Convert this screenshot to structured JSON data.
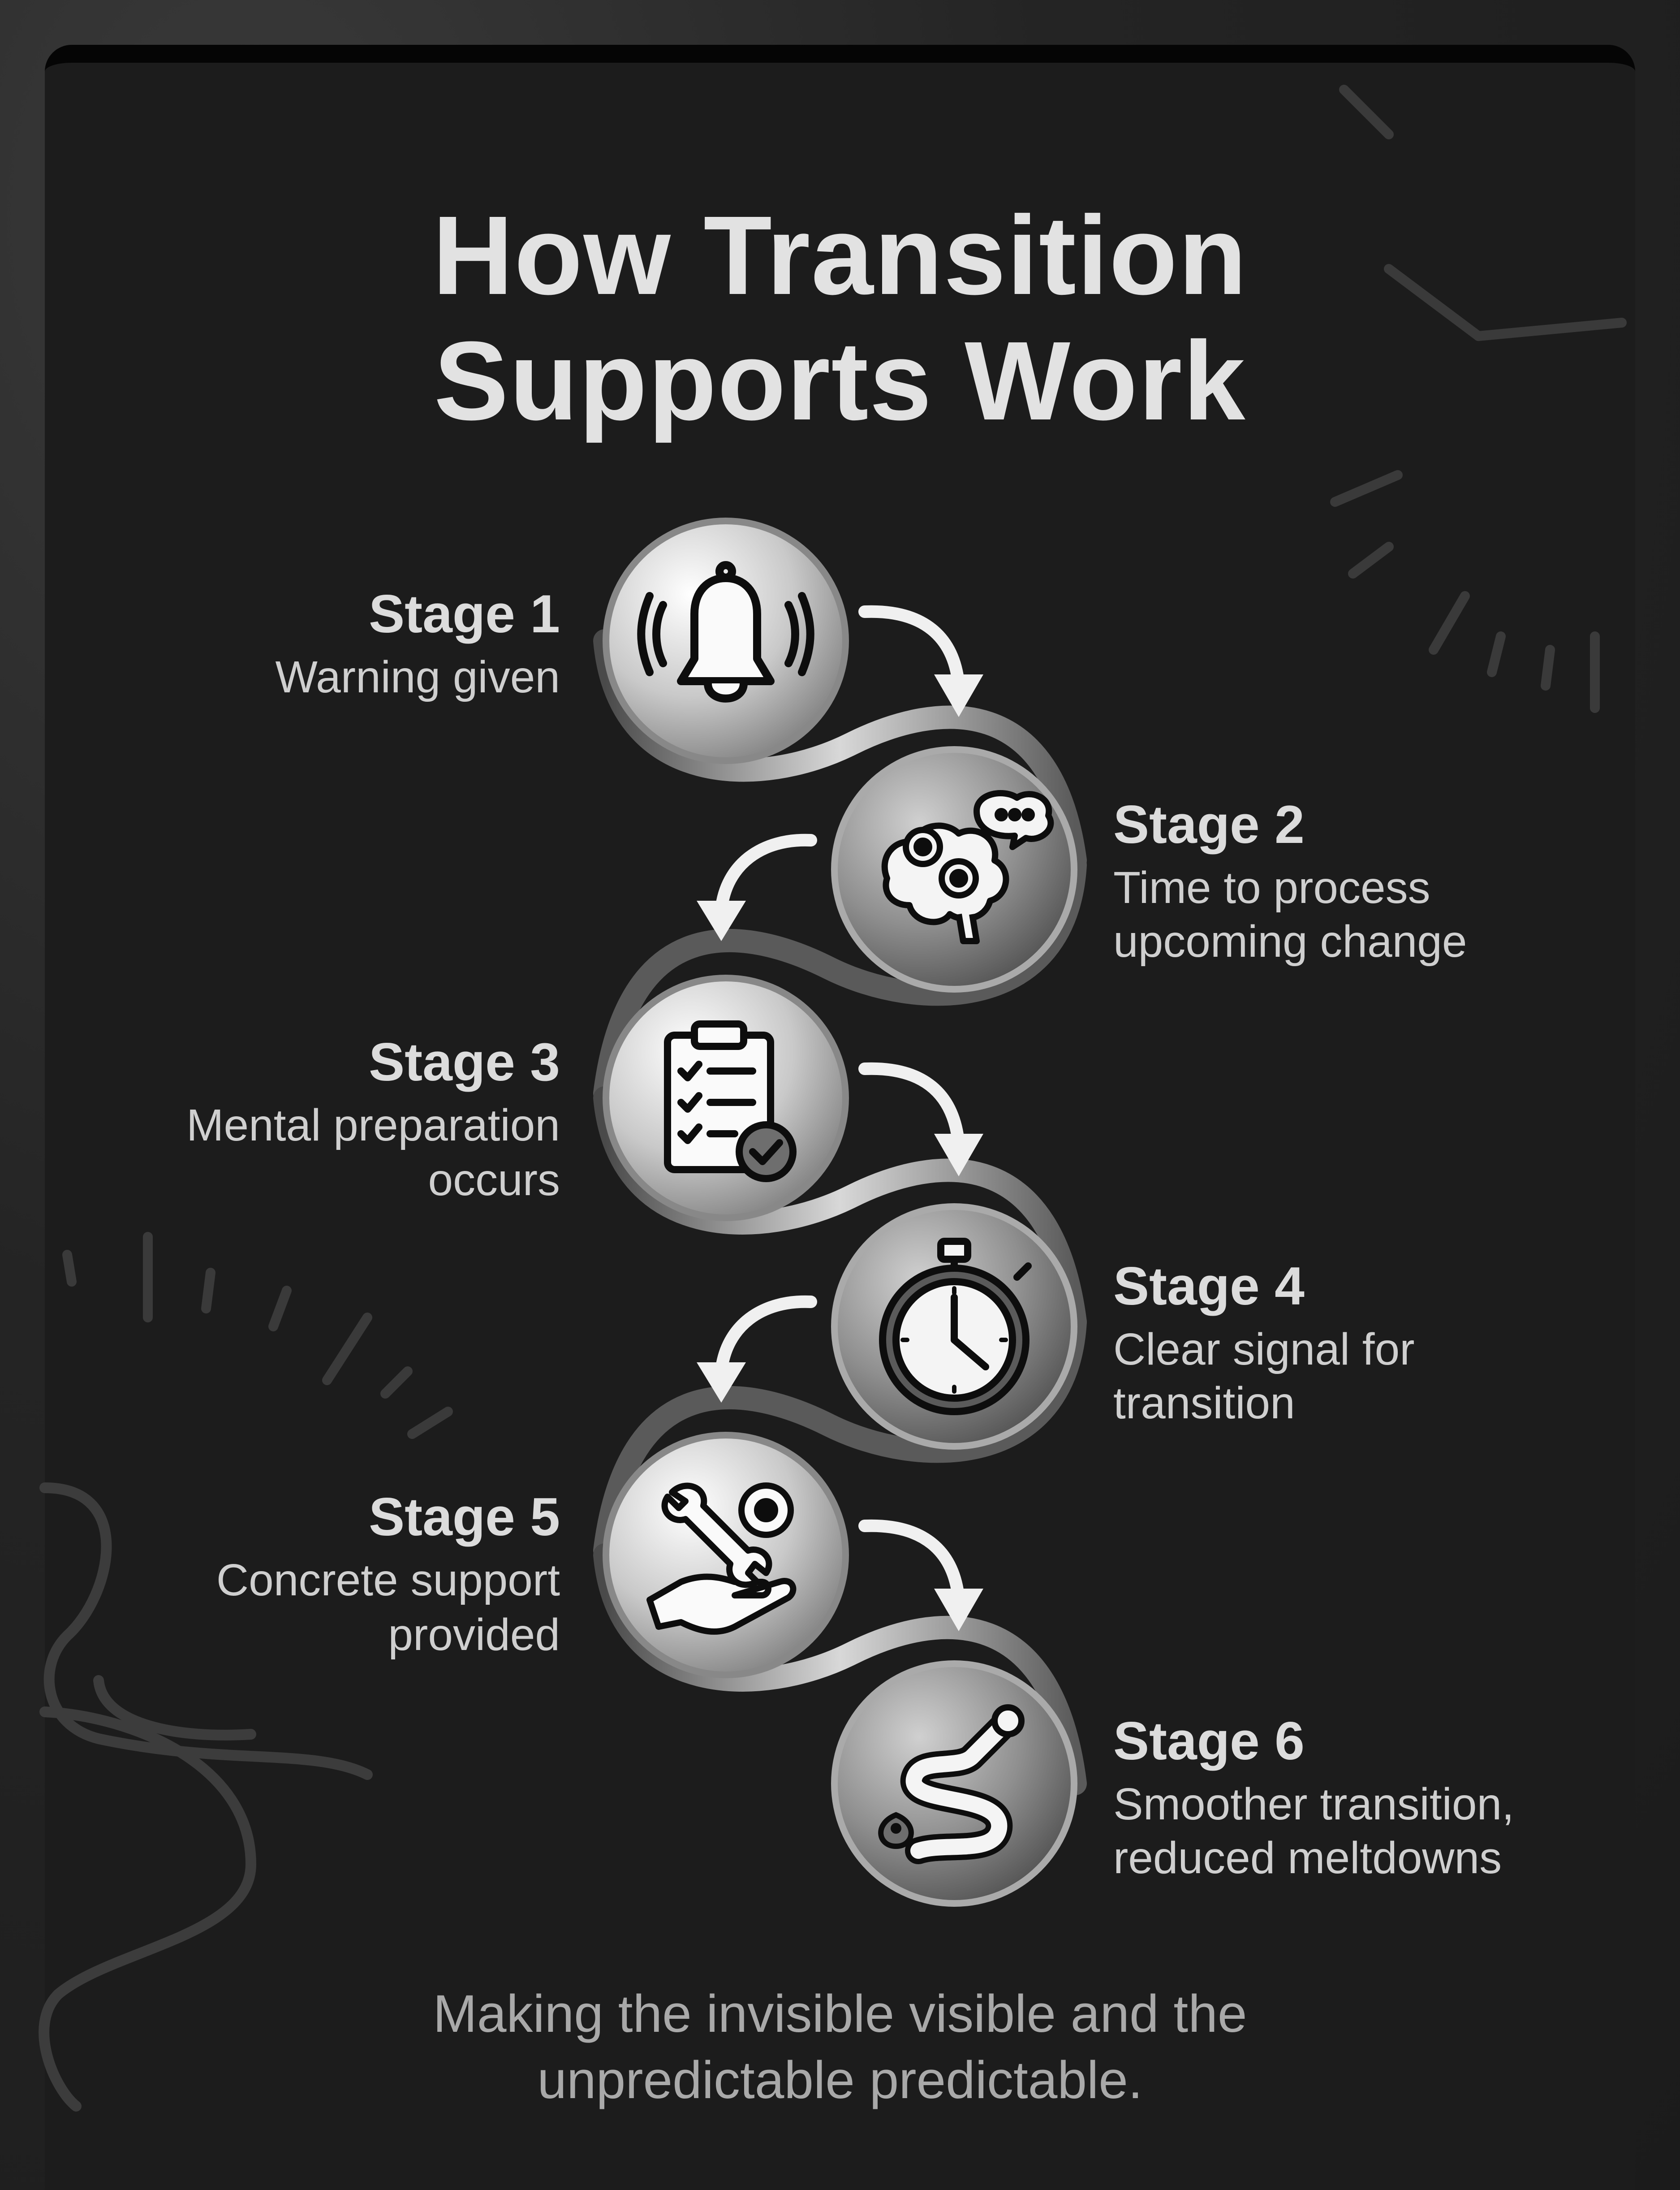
{
  "title_line1": "How Transition",
  "title_line2": "Supports Work",
  "stages": [
    {
      "title": "Stage 1",
      "desc1": "Warning given",
      "desc2": "",
      "icon": "bell-icon"
    },
    {
      "title": "Stage 2",
      "desc1": "Time to process",
      "desc2": "upcoming change",
      "icon": "brain-gears-icon"
    },
    {
      "title": "Stage 3",
      "desc1": "Mental preparation",
      "desc2": "occurs",
      "icon": "clipboard-checklist-icon"
    },
    {
      "title": "Stage 4",
      "desc1": "Clear signal for",
      "desc2": "transition",
      "icon": "stopwatch-icon"
    },
    {
      "title": "Stage 5",
      "desc1": "Concrete support",
      "desc2": "provided",
      "icon": "hand-tools-icon"
    },
    {
      "title": "Stage 6",
      "desc1": "Smoother transition,",
      "desc2": "reduced meltdowns",
      "icon": "winding-path-icon"
    }
  ],
  "footer_line1": "Making the invisible visible and the",
  "footer_line2": "unpredictable predictable.",
  "colors": {
    "background": "#1c1c1c",
    "text": "#dcdcdc",
    "medallion_light": "#e6e6e6",
    "medallion_dark": "#6e6e6e"
  }
}
